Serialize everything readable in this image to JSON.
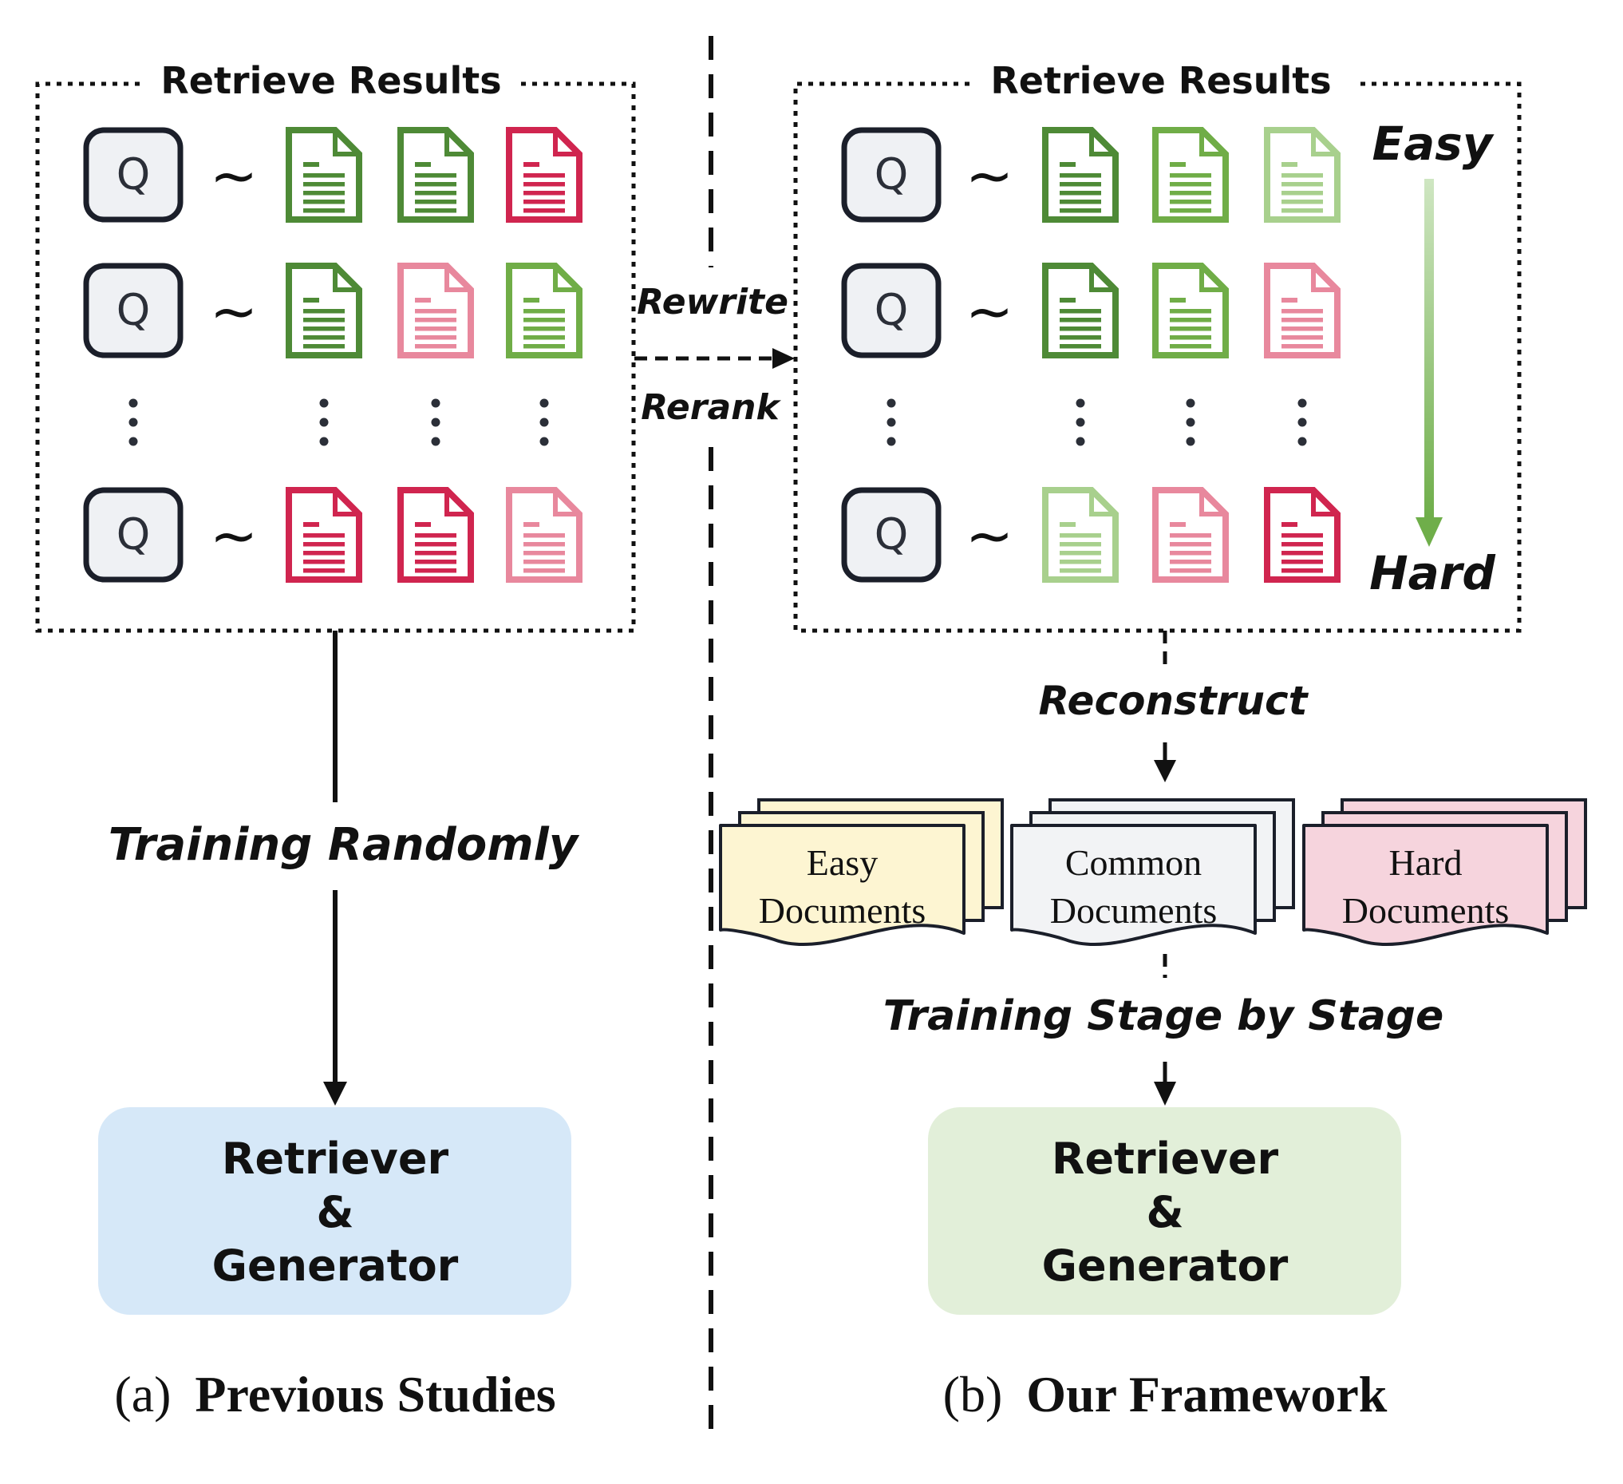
{
  "left_panel": {
    "box_title": "Retrieve Results",
    "query_label": "Q",
    "relation_symbol": "~",
    "rows": [
      [
        "green-dark",
        "green-dark",
        "red-dark"
      ],
      [
        "green-dark",
        "red-light",
        "green-mid"
      ],
      [
        "red-dark",
        "red-dark",
        "red-light"
      ]
    ],
    "arrow_label": "Training Randomly",
    "model_line1": "Retriever",
    "model_line2": "&",
    "model_line3": "Generator",
    "caption_prefix": "(a)",
    "caption_bold": "Previous Studies",
    "model_color": "#d6e8f8"
  },
  "middle": {
    "label_top": "Rewrite",
    "label_bottom": "Rerank"
  },
  "right_panel": {
    "box_title": "Retrieve Results",
    "query_label": "Q",
    "relation_symbol": "~",
    "rows": [
      [
        "green-dark",
        "green-mid",
        "green-light"
      ],
      [
        "green-dark",
        "green-mid",
        "red-light"
      ],
      [
        "green-light",
        "red-light",
        "red-dark"
      ]
    ],
    "difficulty_top": "Easy",
    "difficulty_bottom": "Hard",
    "reconstruct_label": "Reconstruct",
    "stacks": [
      {
        "line1": "Easy",
        "line2": "Documents",
        "color": "#fdf5d2"
      },
      {
        "line1": "Common",
        "line2": "Documents",
        "color": "#f2f3f5"
      },
      {
        "line1": "Hard",
        "line2": "Documents",
        "color": "#f6d4dd"
      }
    ],
    "stage_label": "Training Stage by Stage",
    "model_line1": "Retriever",
    "model_line2": "&",
    "model_line3": "Generator",
    "caption_prefix": "(b)",
    "caption_bold": "Our Framework",
    "model_color": "#e2efd9"
  },
  "palette": {
    "green-dark": "#4e8a36",
    "green-mid": "#70ad47",
    "green-light": "#a8d08d",
    "red-dark": "#d0254f",
    "red-light": "#e8889d"
  }
}
